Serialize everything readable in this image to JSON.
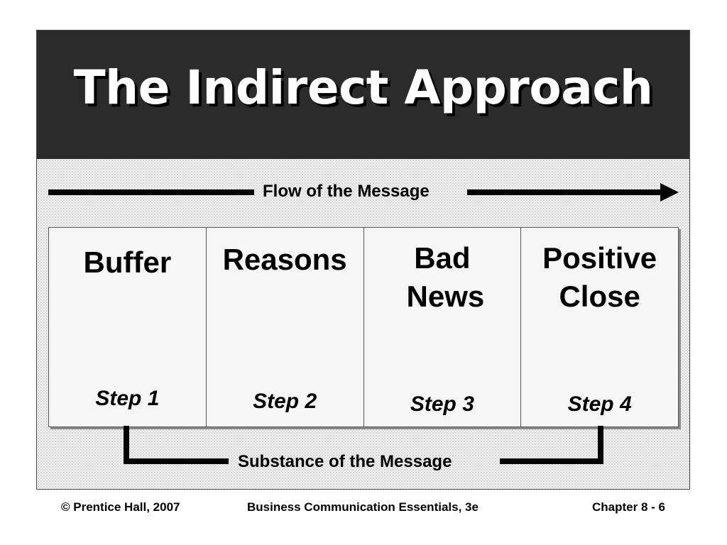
{
  "slide": {
    "title": "The Indirect Approach"
  },
  "diagram": {
    "flow_label": "Flow of the Message",
    "substance_label": "Substance of the Message",
    "steps": [
      {
        "heading": "Buffer",
        "label": "Step 1"
      },
      {
        "heading": "Reasons",
        "label": "Step 2"
      },
      {
        "heading": "Bad News",
        "label": "Step 3"
      },
      {
        "heading": "Positive Close",
        "label": "Step 4"
      }
    ]
  },
  "footer": {
    "copyright": "© Prentice Hall, 2007",
    "book": "Business Communication Essentials, 3e",
    "page": "Chapter 8 - 6"
  }
}
